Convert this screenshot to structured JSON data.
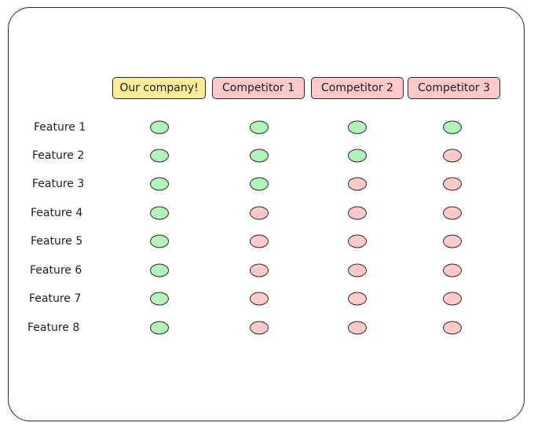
{
  "colors": {
    "yes": "#b2f2bb",
    "no": "#ffc9c9",
    "highlight": "#ffec99",
    "competitor": "#ffc9c9"
  },
  "columns": [
    {
      "label": "Our company!",
      "fill": "#ffec99"
    },
    {
      "label": "Competitor 1",
      "fill": "#ffc9c9"
    },
    {
      "label": "Competitor 2",
      "fill": "#ffc9c9"
    },
    {
      "label": "Competitor 3",
      "fill": "#ffc9c9"
    }
  ],
  "features": [
    {
      "label": "Feature 1",
      "support": [
        true,
        true,
        true,
        true
      ]
    },
    {
      "label": "Feature 2",
      "support": [
        true,
        true,
        true,
        false
      ]
    },
    {
      "label": "Feature 3",
      "support": [
        true,
        true,
        false,
        false
      ]
    },
    {
      "label": "Feature 4",
      "support": [
        true,
        false,
        false,
        false
      ]
    },
    {
      "label": "Feature 5",
      "support": [
        true,
        false,
        false,
        false
      ]
    },
    {
      "label": "Feature 6",
      "support": [
        true,
        false,
        false,
        false
      ]
    },
    {
      "label": "Feature 7",
      "support": [
        true,
        false,
        false,
        false
      ]
    },
    {
      "label": "Feature 8",
      "support": [
        true,
        false,
        false,
        false
      ]
    }
  ]
}
